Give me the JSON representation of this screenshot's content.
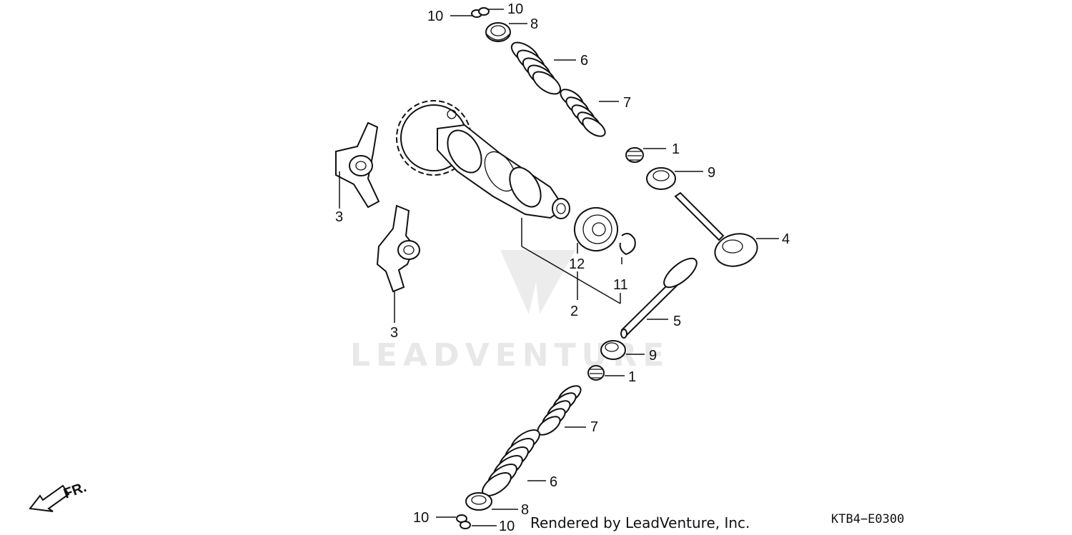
{
  "watermark": "LEADVENTURE",
  "credit": "Rendered by LeadVenture, Inc.",
  "diagram_code": "KTB4−E0300",
  "front_indicator": "FR.",
  "callouts": {
    "c10a": "10",
    "c10b": "10",
    "c8a": "8",
    "c6a": "6",
    "c7a": "7",
    "c1a": "1",
    "c9a": "9",
    "c4": "4",
    "c3a": "3",
    "c3b": "3",
    "c12": "12",
    "c11": "11",
    "c2": "2",
    "c5": "5",
    "c9b": "9",
    "c1b": "1",
    "c7b": "7",
    "c6b": "6",
    "c8b": "8",
    "c10c": "10",
    "c10d": "10"
  },
  "icons": {
    "front_arrow": "arrow-down-left-icon"
  }
}
